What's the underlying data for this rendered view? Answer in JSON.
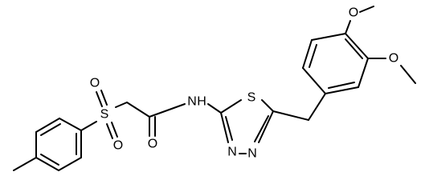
{
  "molecule": {
    "atom_labels": {
      "sulfonyl_s": "S",
      "sulfonyl_o_top": "O",
      "sulfonyl_o_bottom": "O",
      "carbonyl_o": "O",
      "amide_nh": "N",
      "amide_h": "H",
      "ring_s": "S",
      "ring_n_left": "N",
      "ring_n_right": "N",
      "methoxy_o_top": "O",
      "methoxy_o_right": "O"
    }
  },
  "colors": {
    "bond": "#000000",
    "text": "#000000",
    "background": "#ffffff"
  }
}
